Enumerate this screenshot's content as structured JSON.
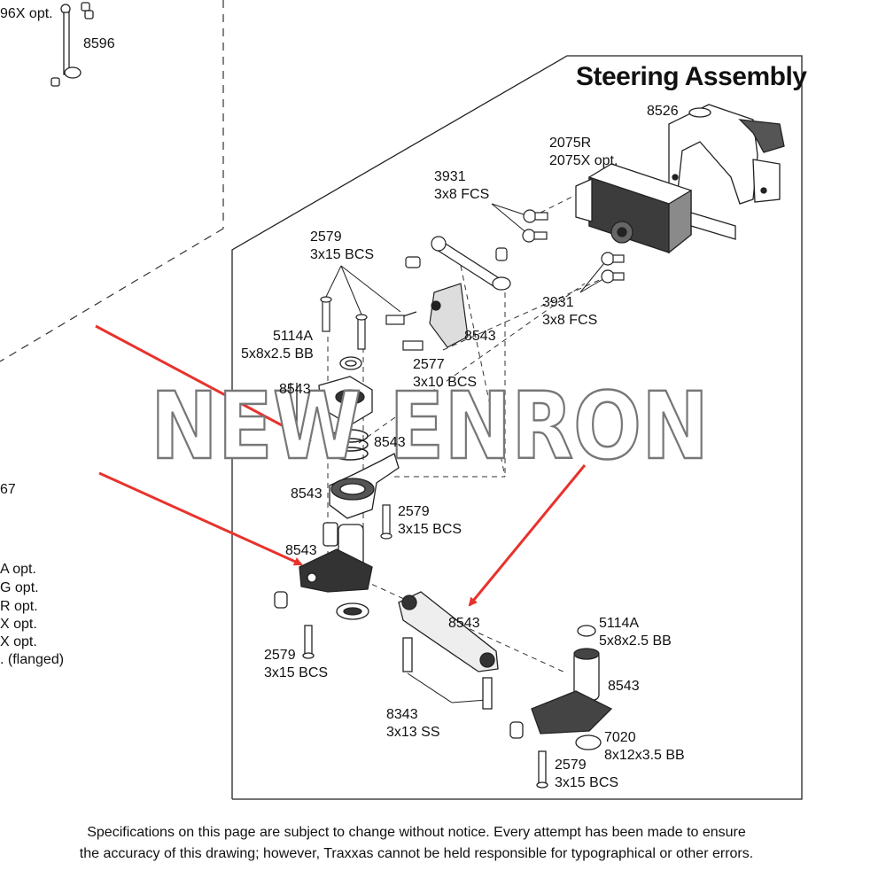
{
  "title": "Steering Assembly",
  "left_fragment": {
    "part_top_suffix": "96X opt.",
    "part_link": "8596",
    "part_mid": "67",
    "opt_lines": [
      "A opt.",
      "G opt.",
      "R opt.",
      "X opt.",
      "X opt.",
      ". (flanged)"
    ]
  },
  "labels": {
    "p8526": "8526",
    "p2075_a": "2075R",
    "p2075_b": "2075X opt.",
    "p3931_top_a": "3931",
    "p3931_top_b": "3x8 FCS",
    "p2579_top_a": "2579",
    "p2579_top_b": "3x15 BCS",
    "p3931_bot_a": "3931",
    "p3931_bot_b": "3x8 FCS",
    "p5114_top_a": "5114A",
    "p5114_top_b": "5x8x2.5 BB",
    "p8543_servo": "8543",
    "p2577_a": "2577",
    "p2577_b": "3x10 BCS",
    "p8543_upper": "8543",
    "p8543_mid": "8543",
    "p8543_saver": "8543",
    "p2579_mid_a": "2579",
    "p2579_mid_b": "3x15 BCS",
    "p8543_bell": "8543",
    "p2579_left_a": "2579",
    "p2579_left_b": "3x15 BCS",
    "p8543_drag": "8543",
    "p5114_right_a": "5114A",
    "p5114_right_b": "5x8x2.5 BB",
    "p8543_right": "8543",
    "p8343_a": "8343",
    "p8343_b": "3x13 SS",
    "p7020_a": "7020",
    "p7020_b": "8x12x3.5 BB",
    "p2579_right_a": "2579",
    "p2579_right_b": "3x15 BCS"
  },
  "watermark": "NEW ENRON",
  "footer": {
    "line1": "Specifications on this page are subject to change without notice.  Every attempt has been made to ensure",
    "line2": "the accuracy of this drawing; however, Traxxas cannot be held responsible for typographical or other errors."
  },
  "colors": {
    "line": "#222222",
    "arrow": "#e8322c",
    "watermark_stroke": "#777777",
    "watermark_fill": "#ffffff"
  }
}
